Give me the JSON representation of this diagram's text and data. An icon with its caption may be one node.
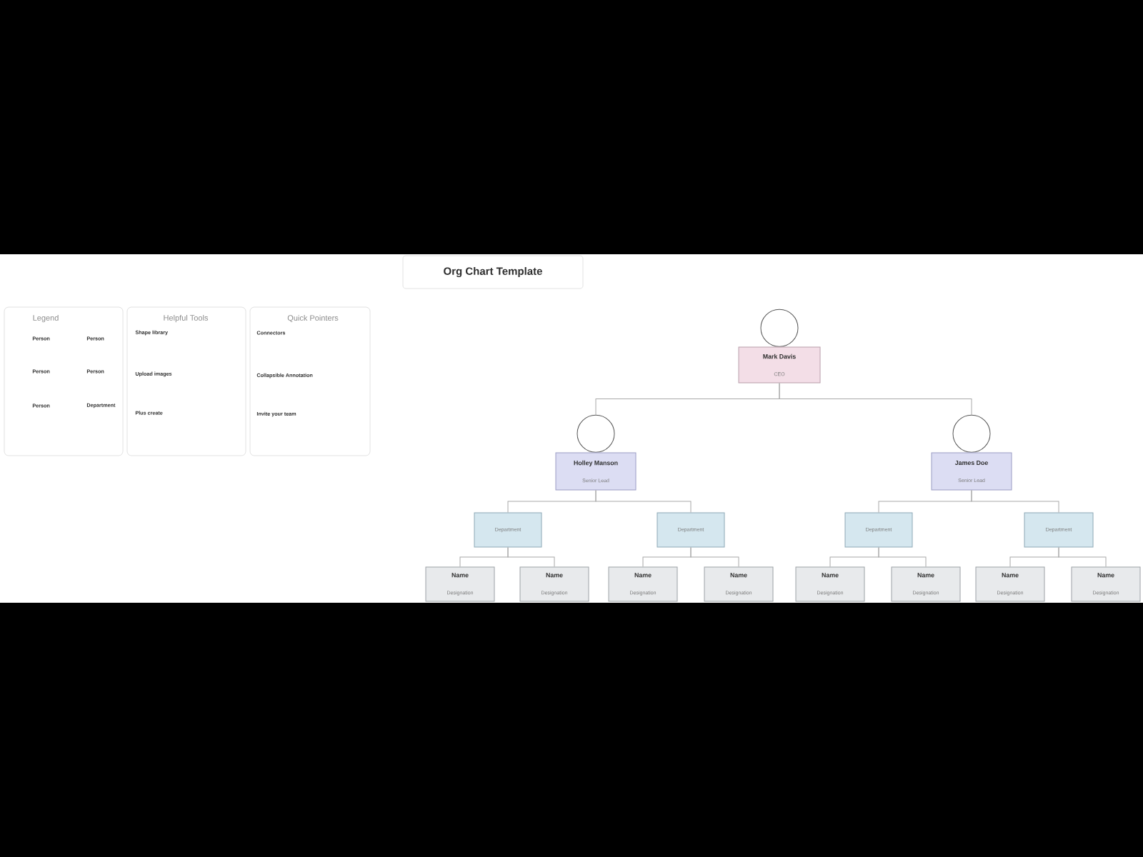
{
  "diagram": {
    "title": "Org Chart Template",
    "nodes": [
      {
        "text": [
          "Legend",
          "Person",
          "Person",
          "Person",
          "Person",
          "Person",
          "Department"
        ]
      },
      {
        "text": [
          "Helpful Tools",
          "Shape library",
          "Upload images",
          "Plus create"
        ]
      },
      {
        "text": [
          "Quick Pointers",
          "Connectors",
          "Collapsible Annotation",
          "Invite your team"
        ]
      },
      {
        "text": [],
        "shape": "circle"
      },
      {
        "text": [
          "Mark Davis",
          "CEO"
        ]
      },
      {
        "text": [],
        "shape": "circle"
      },
      {
        "text": [
          "Holley Manson",
          "Senior Lead"
        ]
      },
      {
        "text": [],
        "shape": "circle"
      },
      {
        "text": [
          "James Doe",
          "Senior Lead"
        ]
      },
      {
        "text": [
          "Department"
        ]
      },
      {
        "text": [
          "Department"
        ]
      },
      {
        "text": [
          "Department"
        ]
      },
      {
        "text": [
          "Department"
        ]
      },
      {
        "text": [
          "Name",
          "Designation"
        ]
      },
      {
        "text": [
          "Name",
          "Designation"
        ]
      },
      {
        "text": [
          "Name",
          "Designation"
        ]
      },
      {
        "text": [
          "Name",
          "Designation"
        ]
      },
      {
        "text": [
          "Name",
          "Designation"
        ]
      },
      {
        "text": [
          "Name",
          "Designation"
        ]
      },
      {
        "text": [
          "Name",
          "Designation"
        ]
      },
      {
        "text": [
          "Name",
          "Designation"
        ]
      }
    ],
    "edges": [
      {
        "from": 4,
        "to": 5,
        "arrow": "none"
      },
      {
        "from": 4,
        "to": 7,
        "arrow": "none"
      },
      {
        "from": 6,
        "to": 9,
        "arrow": "none"
      },
      {
        "from": 6,
        "to": 10,
        "arrow": "none"
      },
      {
        "from": 8,
        "to": 11,
        "arrow": "none"
      },
      {
        "from": 8,
        "to": 12,
        "arrow": "none"
      },
      {
        "from": 9,
        "to": 13,
        "arrow": "none"
      },
      {
        "from": 9,
        "to": 14,
        "arrow": "none"
      },
      {
        "from": 10,
        "to": 15,
        "arrow": "none"
      },
      {
        "from": 10,
        "to": 16,
        "arrow": "none"
      },
      {
        "from": 11,
        "to": 17,
        "arrow": "none"
      },
      {
        "from": 11,
        "to": 18,
        "arrow": "none"
      },
      {
        "from": 12,
        "to": 19,
        "arrow": "none"
      },
      {
        "from": 12,
        "to": 20,
        "arrow": "none"
      }
    ]
  }
}
